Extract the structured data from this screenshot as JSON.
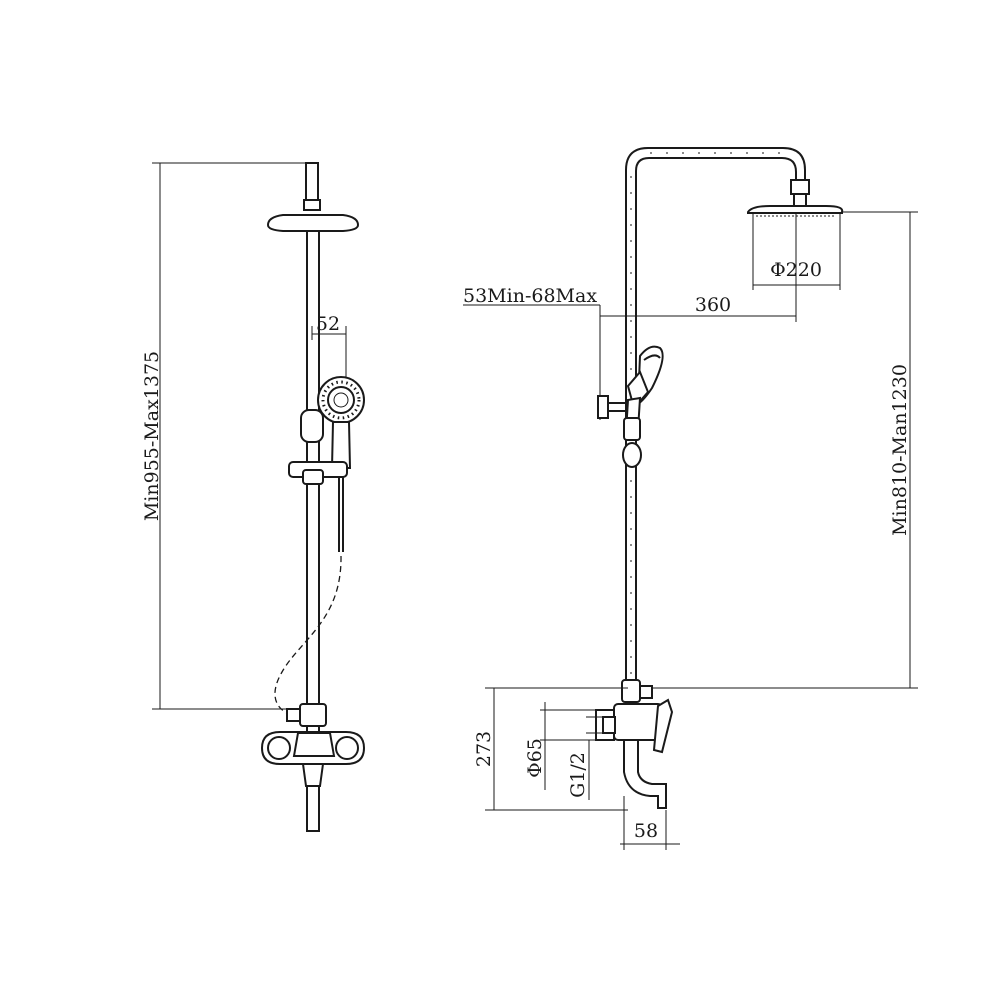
{
  "front_view": {
    "height_range": "Min955-Max1375",
    "handshower_head_size": "52"
  },
  "side_view": {
    "rail_offset": "53Min-68Max",
    "arm_length": "360",
    "head_diameter": "Φ220",
    "height_range": "Min810-Man1230",
    "mixer_height": "273",
    "body_diameter": "Φ65",
    "thread": "G1/2",
    "spout_width": "58"
  }
}
